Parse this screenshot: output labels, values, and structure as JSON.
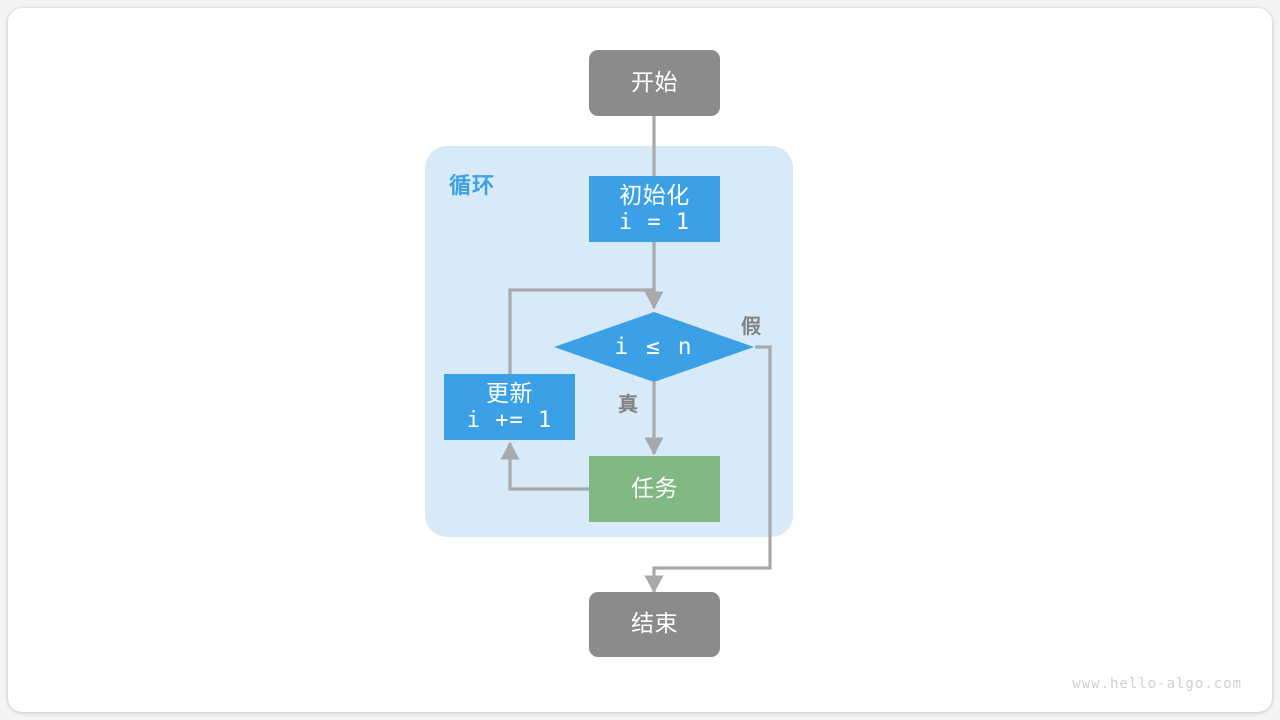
{
  "diagram": {
    "title": "for-loop-flowchart",
    "watermark": "www.hello-algo.com",
    "colors": {
      "gray": "#8a8c8c",
      "blue": "#3ba0e6",
      "green": "#82b882",
      "loop_background": "#d8eaf8",
      "edge": "#a7a9aa",
      "label_text": "#808283",
      "watermark_text": "#cfcfcf",
      "canvas": "#ffffff"
    },
    "nodes": {
      "start": {
        "label": "开始",
        "shape": "rounded-rect",
        "color": "gray"
      },
      "init": {
        "title": "初始化",
        "code": "i = 1",
        "shape": "rect",
        "color": "blue"
      },
      "decision": {
        "label": "i ≤ n",
        "shape": "diamond",
        "color": "blue"
      },
      "update": {
        "title": "更新",
        "code": "i += 1",
        "shape": "rect",
        "color": "blue"
      },
      "task": {
        "label": "任务",
        "shape": "rect",
        "color": "green"
      },
      "end": {
        "label": "结束",
        "shape": "rounded-rect",
        "color": "gray"
      }
    },
    "container": {
      "label": "循环"
    },
    "edge_labels": {
      "true": "真",
      "false": "假"
    }
  }
}
